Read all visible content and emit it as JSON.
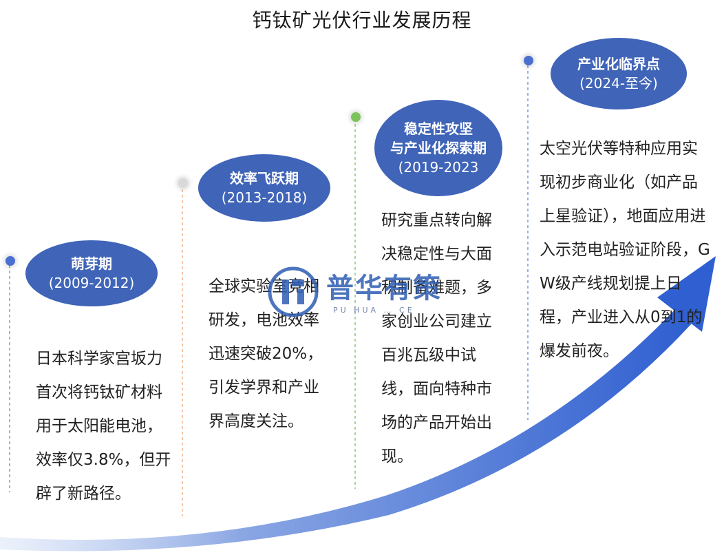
{
  "title": "钙钛矿光伏行业发展历程",
  "colors": {
    "bubble": "#3f64b8",
    "arrow": "#3a62c4",
    "line_blue": "#7d98d6",
    "line_orange": "#f0b38a",
    "line_green": "#8cc77a"
  },
  "stages": [
    {
      "name": "萌芽期",
      "period": "(2009-2012)",
      "description": "日本科学家宫坂力首次将钙钛矿材料用于太阳能电池，效率仅3.8%，但开辟了新路径。",
      "dot_color": "#4a6fd0"
    },
    {
      "name": "效率飞跃期",
      "period": "(2013-2018)",
      "description": "全球实验室竞相研发，电池效率迅速突破20%，引发学界和产业界高度关注。",
      "dot_color": "#d8d8d8"
    },
    {
      "name": "稳定性攻坚与产业化探索期",
      "name_lines": [
        "稳定性攻坚",
        "与产业化探索期"
      ],
      "period": "(2019-2023",
      "description": "研究重点转向解决稳定性与大面积制备难题，多家创业公司建立百兆瓦级中试线，面向特种市场的产品开始出现。",
      "dot_color": "#7cc35a"
    },
    {
      "name": "产业化临界点",
      "period": "(2024-至今)",
      "description": "太空光伏等特种应用实现初步商业化（如产品上星验证），地面应用进入示范电站验证阶段，GW级产线规划提上日程，产业进入从0到1的爆发前夜。",
      "dot_color": "#4a6fd0"
    }
  ],
  "watermark": {
    "text": "普华有策",
    "sub": "PU HUA … CE"
  }
}
